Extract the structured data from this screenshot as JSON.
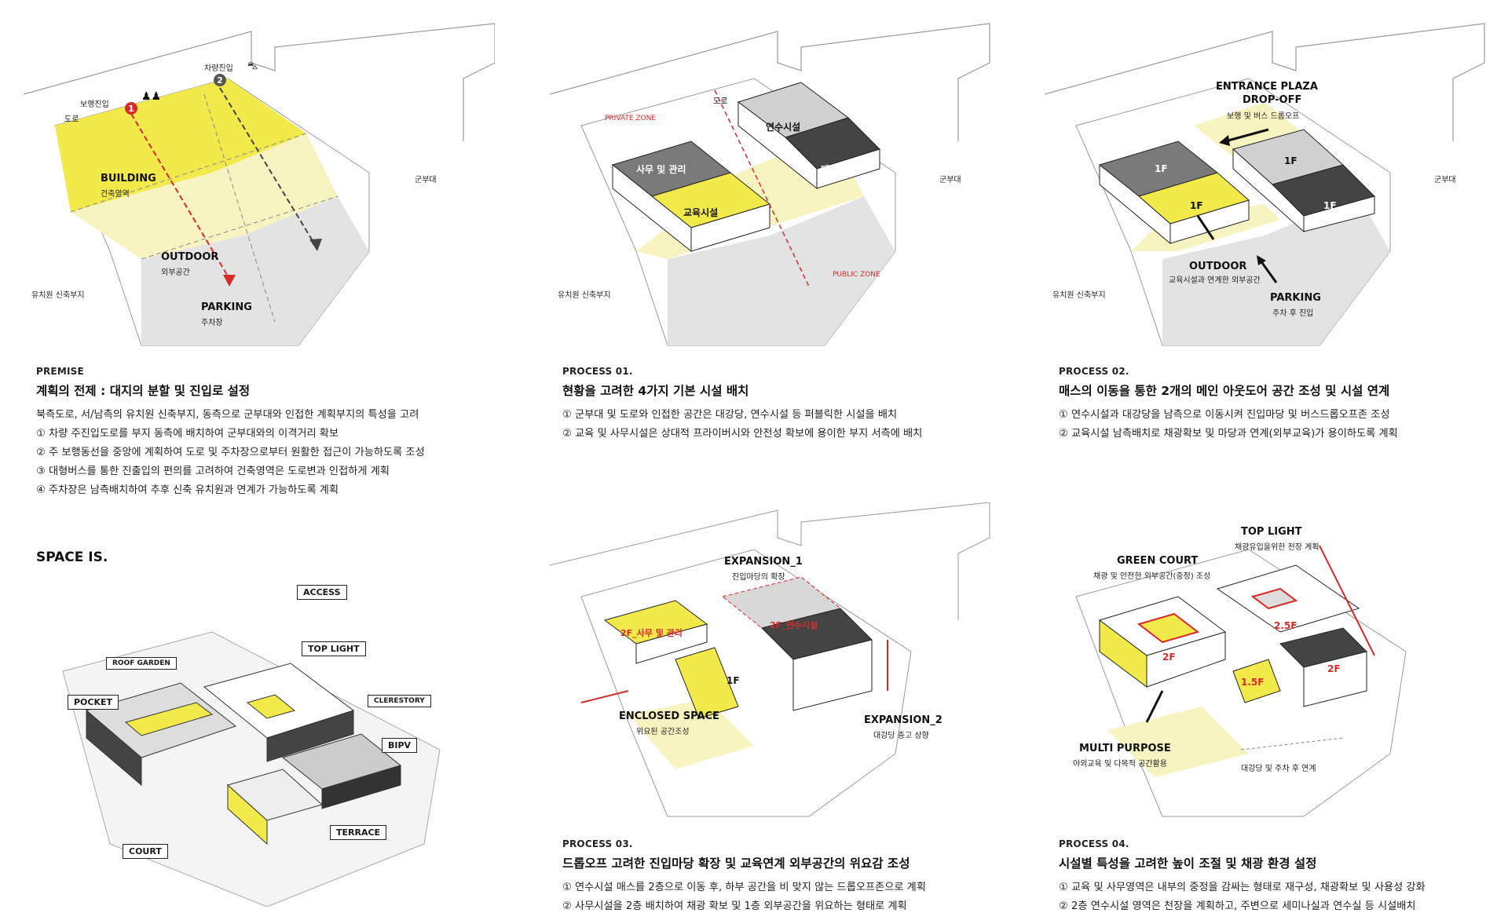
{
  "colors": {
    "yellow": "#f2e94a",
    "light_yellow": "#f8f4c2",
    "dark": "#444444",
    "grey": "#7a7a7a",
    "red": "#d92a2a"
  },
  "diagram_premise": {
    "road": "도로",
    "military": "군부대",
    "kinder_site": "유치원 신축부지",
    "pedestrian": "보행진입",
    "vehicle": "차량진입",
    "marker_1": "1",
    "marker_2": "2",
    "building": "BUILDING",
    "building_sub": "건축영역",
    "outdoor": "OUTDOOR",
    "outdoor_sub": "외부공간",
    "parking": "PARKING",
    "parking_sub": "주차장"
  },
  "diagram_p1": {
    "road": "도로",
    "military": "군부대",
    "kinder_site": "유치원 신축부지",
    "private_zone": "PRIVATE ZONE",
    "public_zone": "PUBLIC ZONE",
    "office": "사무 및 관리",
    "education": "교육시설",
    "training": "연수시설",
    "hall": "대강당"
  },
  "diagram_p2": {
    "military": "군부대",
    "kinder_site": "유치원 신축부지",
    "entrance": "ENTRANCE PLAZA",
    "dropoff": "DROP-OFF",
    "dropoff_sub": "보행 및 버스 드롭오프",
    "f1": "1F",
    "outdoor": "OUTDOOR",
    "outdoor_sub": "교육시설과 연계한 외부공간",
    "parking": "PARKING",
    "parking_sub": "주차 후 진입"
  },
  "diagram_space": {
    "access": "ACCESS",
    "roof_garden": "ROOF GARDEN",
    "top_light": "TOP LIGHT",
    "pocket": "POCKET",
    "clerestory": "CLERESTORY",
    "bipv": "BIPV",
    "terrace": "TERRACE",
    "court": "COURT"
  },
  "diagram_p3": {
    "expansion1": "EXPANSION_1",
    "expansion1_sub": "진입마당의 확장",
    "f2_office": "2F_사무 및 관리",
    "f2_training": "2F_연수시설",
    "f1": "1F",
    "f2": "2F",
    "enclosed": "ENCLOSED SPACE",
    "enclosed_sub": "위요된 공간조성",
    "expansion2": "EXPANSION_2",
    "expansion2_sub": "대강당 층고 상향"
  },
  "diagram_p4": {
    "top_light": "TOP LIGHT",
    "top_light_sub": "채광유입을위한 천장 계획",
    "green_court": "GREEN COURT",
    "green_court_sub": "채광 및 안전한 외부공간(중정) 조성",
    "f2": "2F",
    "f25": "2.5F",
    "f15": "1.5F",
    "multi": "MULTI PURPOSE",
    "multi_sub": "야외교육 및 다목적 공간활용",
    "link": "대강당 및 주차 후 연계"
  },
  "text_premise": {
    "eyebrow": "PREMISE",
    "heading": "계획의 전제 : 대지의 분할 및 진입로 설정",
    "lines": [
      "북측도로, 서/남측의 유치원 신축부지, 동측으로 군부대와 인접한 계획부지의 특성을 고려",
      "① 차량 주진입도로를 부지 동측에 배치하여 군부대와의 이격거리 확보",
      "② 주 보행동선을 중앙에 계획하여 도로 및 주차장으로부터 원활한 접근이 가능하도록 조성",
      "③ 대형버스를 통한 진출입의 편의를 고려하여 건축영역은 도로변과 인접하게 계획",
      "④ 주차장은 남측배치하여 추후 신축 유치원과 연계가 가능하도록 계획"
    ]
  },
  "text_p1": {
    "eyebrow": "PROCESS 01.",
    "heading": "현황을 고려한 4가지 기본 시설 배치",
    "lines": [
      "① 군부대 및 도로와 인접한 공간은 대강당, 연수시설 등 퍼블릭한 시설을 배치",
      "② 교육 및 사무시설은 상대적 프라이버시와 안전성 확보에 용이한 부지 서측에 배치"
    ]
  },
  "text_p2": {
    "eyebrow": "PROCESS 02.",
    "heading": "매스의 이동을 통한 2개의 메인 아웃도어 공간 조성 및 시설 연계",
    "lines": [
      "① 연수시설과 대강당을 남측으로 이동시켜 진입마당 및 버스드롭오프존 조성",
      "② 교육시설 남측배치로 채광확보 및 마당과 연계(외부교육)가 용이하도록 계획"
    ]
  },
  "space_title": "SPACE IS.",
  "text_p3": {
    "eyebrow": "PROCESS 03.",
    "heading": "드롭오프 고려한 진입마당 확장 및 교육연계 외부공간의 위요감 조성",
    "lines": [
      "① 연수시설 매스를 2층으로 이동 후, 하부 공간을 비 맞지 않는 드롭오프존으로 계획",
      "② 사무시설을 2층 배치하여 채광 확보 및 1층 외부공간을 위요하는 형태로 계획"
    ]
  },
  "text_p4": {
    "eyebrow": "PROCESS 04.",
    "heading": "시설별 특성을 고려한 높이 조절 및 채광 환경 설정",
    "lines": [
      "① 교육 및 사무영역은 내부의 중정을 감싸는 형태로 재구성, 채광확보 및 사용성 강화",
      "② 2층 연수시설 영역은 천장을 계획하고, 주변으로 세미나실과 연수실 등 시설배치"
    ]
  }
}
